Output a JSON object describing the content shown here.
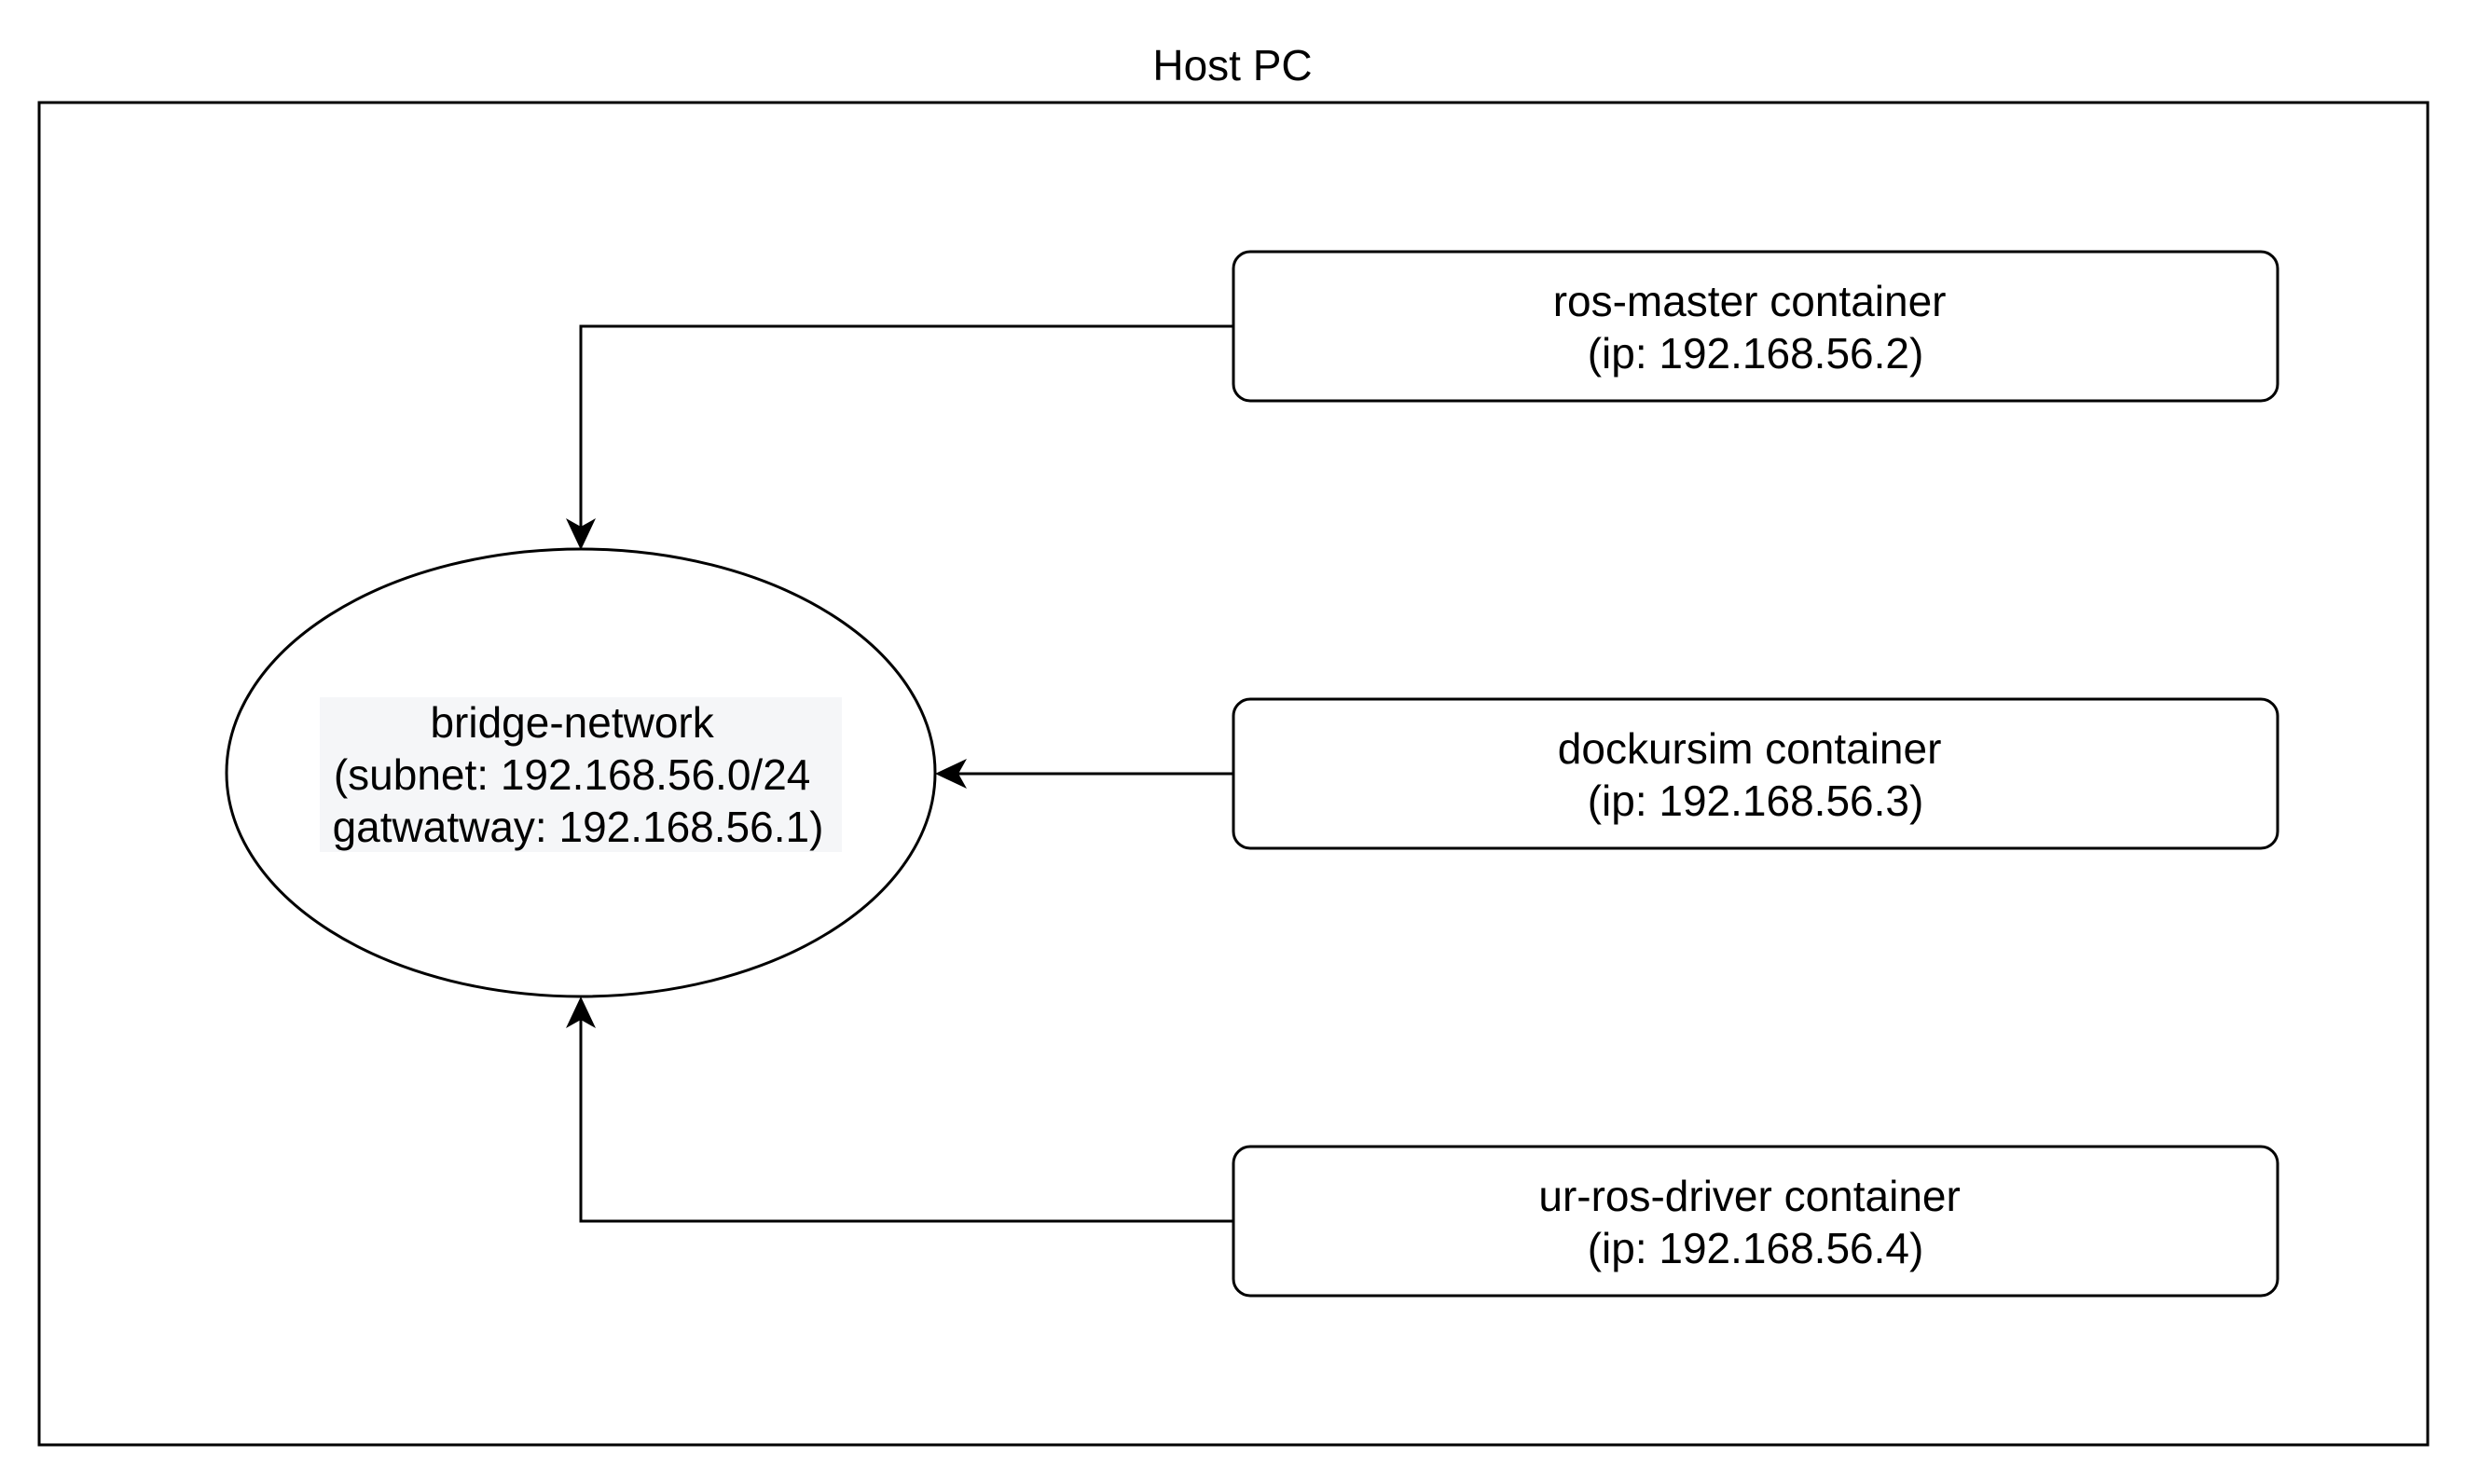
{
  "host": {
    "title": "Host PC"
  },
  "network": {
    "line1": "bridge-network",
    "line2": "(subnet: 192.168.56.0/24",
    "line3": "gatwatway: 192.168.56.1)"
  },
  "containers": [
    {
      "name": "ros-master container",
      "ip": "(ip: 192.168.56.2)"
    },
    {
      "name": "dockursim container",
      "ip": "(ip: 192.168.56.3)"
    },
    {
      "name": "ur-ros-driver container",
      "ip": "(ip: 192.168.56.4)"
    }
  ],
  "colors": {
    "stroke": "#000000",
    "background": "#ffffff",
    "label_highlight": "#f5f6f8"
  }
}
